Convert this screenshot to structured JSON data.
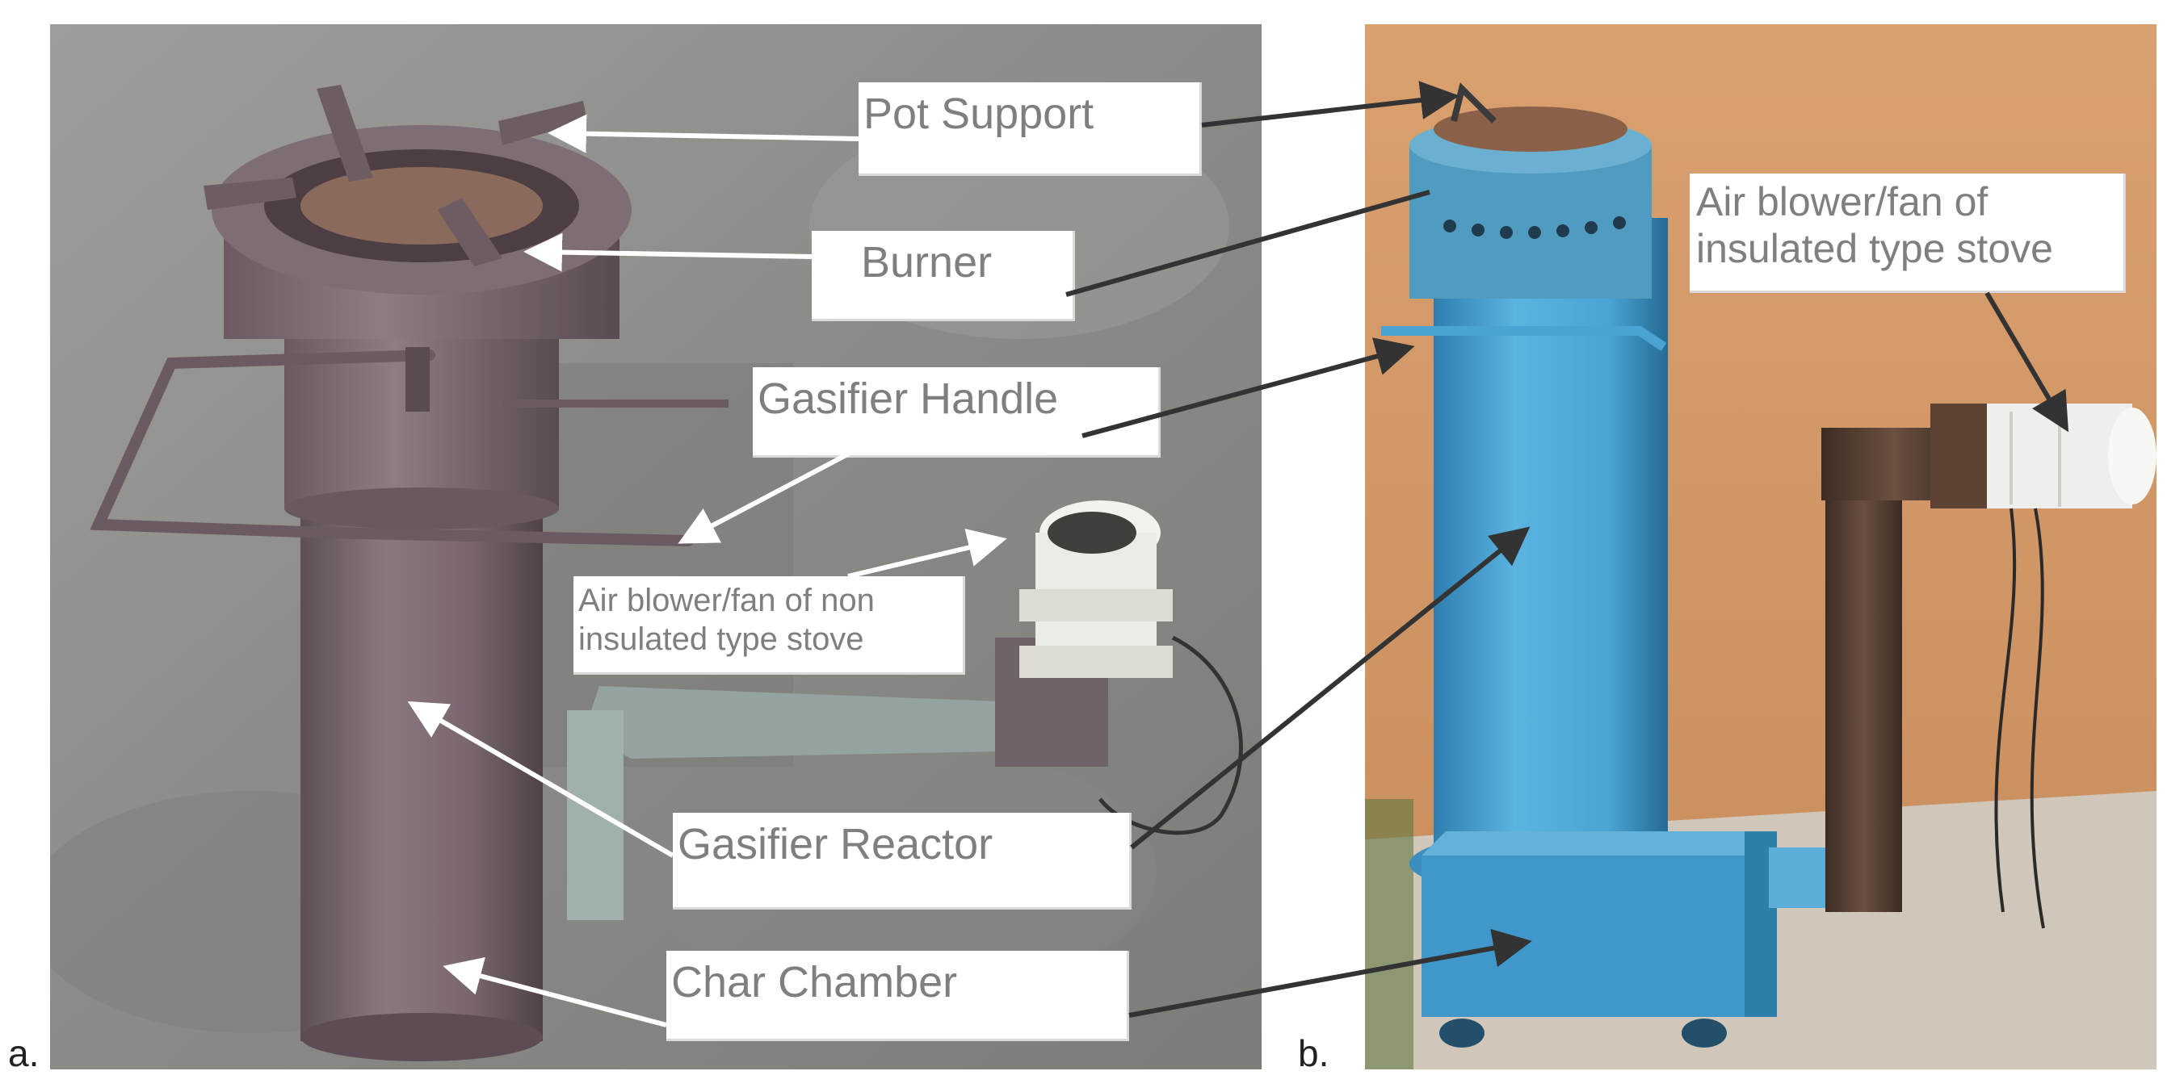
{
  "figure": {
    "panel_a_label": "a.",
    "panel_b_label": "b.",
    "labels": {
      "pot_support": "Pot Support",
      "burner": "Burner",
      "gasifier_handle": "Gasifier Handle",
      "air_blower_non_insulated": "Air blower/fan of non insulated type stove",
      "gasifier_reactor": "Gasifier Reactor",
      "char_chamber": "Char Chamber",
      "air_blower_insulated": "Air blower/fan of insulated type stove"
    }
  },
  "colors": {
    "label_text": "#7f7f7f",
    "white_arrow": "#ffffff",
    "dark_arrow": "#333333",
    "blue_stove": "#4da6d6",
    "rust_stove": "#7a6670",
    "wall": "#d69a68",
    "floor": "#8f8f8b"
  }
}
